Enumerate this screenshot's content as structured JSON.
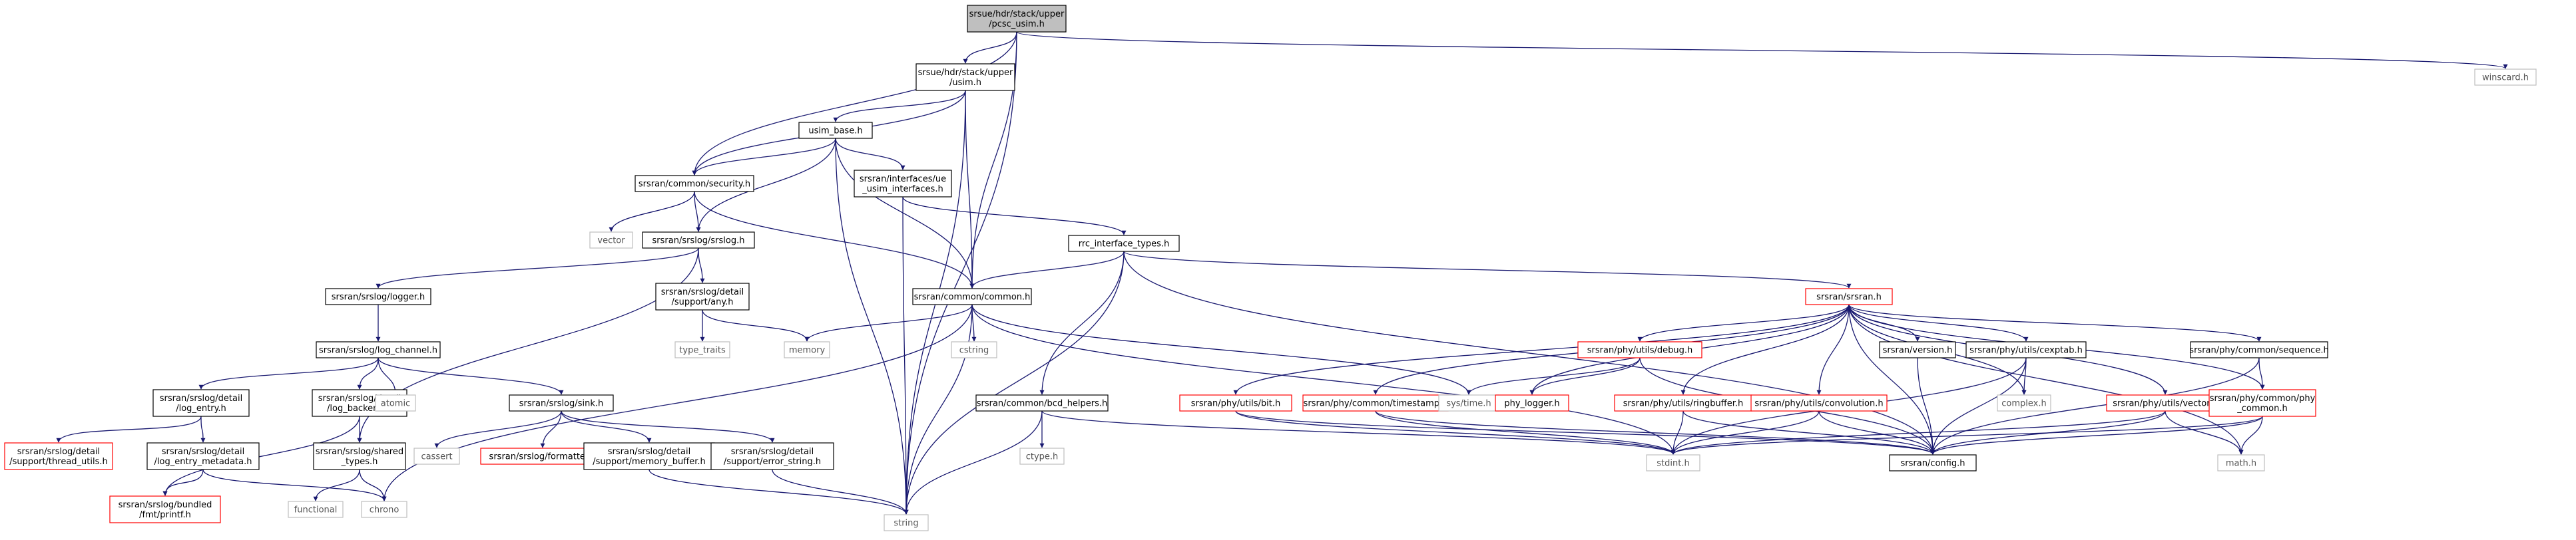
{
  "graph": {
    "nodes": [
      {
        "id": "pcsc_usim",
        "lines": [
          "srsue/hdr/stack/upper",
          "/pcsc_usim.h"
        ],
        "style": "root"
      },
      {
        "id": "usim",
        "lines": [
          "srsue/hdr/stack/upper",
          "/usim.h"
        ],
        "style": "normal"
      },
      {
        "id": "winscard",
        "lines": [
          "winscard.h"
        ],
        "style": "system"
      },
      {
        "id": "usim_base",
        "lines": [
          "usim_base.h"
        ],
        "style": "normal"
      },
      {
        "id": "security",
        "lines": [
          "srsran/common/security.h"
        ],
        "style": "normal"
      },
      {
        "id": "ue_usim_if",
        "lines": [
          "srsran/interfaces/ue",
          "_usim_interfaces.h"
        ],
        "style": "normal"
      },
      {
        "id": "vector",
        "lines": [
          "vector"
        ],
        "style": "system"
      },
      {
        "id": "srslog",
        "lines": [
          "srsran/srslog/srslog.h"
        ],
        "style": "normal"
      },
      {
        "id": "rrc_types",
        "lines": [
          "rrc_interface_types.h"
        ],
        "style": "normal"
      },
      {
        "id": "logger",
        "lines": [
          "srsran/srslog/logger.h"
        ],
        "style": "normal"
      },
      {
        "id": "detail_any",
        "lines": [
          "srsran/srslog/detail",
          "/support/any.h"
        ],
        "style": "normal"
      },
      {
        "id": "common",
        "lines": [
          "srsran/common/common.h"
        ],
        "style": "normal"
      },
      {
        "id": "srsran_h",
        "lines": [
          "srsran/srsran.h"
        ],
        "style": "red"
      },
      {
        "id": "type_traits",
        "lines": [
          "type_traits"
        ],
        "style": "system"
      },
      {
        "id": "memory",
        "lines": [
          "memory"
        ],
        "style": "system"
      },
      {
        "id": "cstring",
        "lines": [
          "cstring"
        ],
        "style": "system"
      },
      {
        "id": "log_channel",
        "lines": [
          "srsran/srslog/log_channel.h"
        ],
        "style": "normal"
      },
      {
        "id": "debug_h",
        "lines": [
          "srsran/phy/utils/debug.h"
        ],
        "style": "red"
      },
      {
        "id": "version_h",
        "lines": [
          "srsran/version.h"
        ],
        "style": "normal"
      },
      {
        "id": "cexptab_h",
        "lines": [
          "srsran/phy/utils/cexptab.h"
        ],
        "style": "normal"
      },
      {
        "id": "sequence_h",
        "lines": [
          "srsran/phy/common/sequence.h"
        ],
        "style": "normal"
      },
      {
        "id": "log_entry",
        "lines": [
          "srsran/srslog/detail",
          "/log_entry.h"
        ],
        "style": "normal"
      },
      {
        "id": "log_backend",
        "lines": [
          "srsran/srslog/detail",
          "/log_backend.h"
        ],
        "style": "normal"
      },
      {
        "id": "atomic",
        "lines": [
          "atomic"
        ],
        "style": "system"
      },
      {
        "id": "sink",
        "lines": [
          "srsran/srslog/sink.h"
        ],
        "style": "normal"
      },
      {
        "id": "bcd_helpers",
        "lines": [
          "srsran/common/bcd_helpers.h"
        ],
        "style": "normal"
      },
      {
        "id": "bit_h",
        "lines": [
          "srsran/phy/utils/bit.h"
        ],
        "style": "red"
      },
      {
        "id": "timestamp_h",
        "lines": [
          "srsran/phy/common/timestamp.h"
        ],
        "style": "red"
      },
      {
        "id": "systime",
        "lines": [
          "sys/time.h"
        ],
        "style": "system"
      },
      {
        "id": "phy_logger",
        "lines": [
          "phy_logger.h"
        ],
        "style": "red"
      },
      {
        "id": "ringbuffer_h",
        "lines": [
          "srsran/phy/utils/ringbuffer.h"
        ],
        "style": "red"
      },
      {
        "id": "convolution_h",
        "lines": [
          "srsran/phy/utils/convolution.h"
        ],
        "style": "red"
      },
      {
        "id": "complex",
        "lines": [
          "complex.h"
        ],
        "style": "system"
      },
      {
        "id": "vector_h",
        "lines": [
          "srsran/phy/utils/vector.h"
        ],
        "style": "red"
      },
      {
        "id": "phy_common",
        "lines": [
          "srsran/phy/common/phy",
          "_common.h"
        ],
        "style": "red"
      },
      {
        "id": "thread_utils",
        "lines": [
          "srsran/srslog/detail",
          "/support/thread_utils.h"
        ],
        "style": "red"
      },
      {
        "id": "log_entry_md",
        "lines": [
          "srsran/srslog/detail",
          "/log_entry_metadata.h"
        ],
        "style": "normal"
      },
      {
        "id": "shared_types",
        "lines": [
          "srsran/srslog/shared",
          "_types.h"
        ],
        "style": "normal"
      },
      {
        "id": "cassert",
        "lines": [
          "cassert"
        ],
        "style": "system"
      },
      {
        "id": "formatter",
        "lines": [
          "srsran/srslog/formatter.h"
        ],
        "style": "red"
      },
      {
        "id": "memory_buffer",
        "lines": [
          "srsran/srslog/detail",
          "/support/memory_buffer.h"
        ],
        "style": "normal"
      },
      {
        "id": "error_string",
        "lines": [
          "srsran/srslog/detail",
          "/support/error_string.h"
        ],
        "style": "normal"
      },
      {
        "id": "ctype",
        "lines": [
          "ctype.h"
        ],
        "style": "system"
      },
      {
        "id": "stdint",
        "lines": [
          "stdint.h"
        ],
        "style": "system"
      },
      {
        "id": "config_h",
        "lines": [
          "srsran/config.h"
        ],
        "style": "normal"
      },
      {
        "id": "math_h",
        "lines": [
          "math.h"
        ],
        "style": "system"
      },
      {
        "id": "printf_h",
        "lines": [
          "srsran/srslog/bundled",
          "/fmt/printf.h"
        ],
        "style": "red"
      },
      {
        "id": "functional",
        "lines": [
          "functional"
        ],
        "style": "system"
      },
      {
        "id": "chrono",
        "lines": [
          "chrono"
        ],
        "style": "system"
      },
      {
        "id": "string",
        "lines": [
          "string"
        ],
        "style": "system"
      }
    ],
    "edges": [
      [
        "pcsc_usim",
        "usim"
      ],
      [
        "pcsc_usim",
        "winscard"
      ],
      [
        "pcsc_usim",
        "security"
      ],
      [
        "pcsc_usim",
        "common"
      ],
      [
        "pcsc_usim",
        "string"
      ],
      [
        "usim",
        "usim_base"
      ],
      [
        "usim",
        "security"
      ],
      [
        "usim",
        "common"
      ],
      [
        "usim",
        "string"
      ],
      [
        "usim_base",
        "security"
      ],
      [
        "usim_base",
        "ue_usim_if"
      ],
      [
        "usim_base",
        "srslog"
      ],
      [
        "usim_base",
        "common"
      ],
      [
        "usim_base",
        "string"
      ],
      [
        "security",
        "vector"
      ],
      [
        "security",
        "srslog"
      ],
      [
        "security",
        "common"
      ],
      [
        "ue_usim_if",
        "rrc_types"
      ],
      [
        "ue_usim_if",
        "string"
      ],
      [
        "srslog",
        "logger"
      ],
      [
        "srslog",
        "detail_any"
      ],
      [
        "srslog",
        "shared_types"
      ],
      [
        "rrc_types",
        "common"
      ],
      [
        "rrc_types",
        "srsran_h"
      ],
      [
        "rrc_types",
        "bcd_helpers"
      ],
      [
        "rrc_types",
        "string"
      ],
      [
        "rrc_types",
        "config_h"
      ],
      [
        "logger",
        "log_channel"
      ],
      [
        "detail_any",
        "type_traits"
      ],
      [
        "detail_any",
        "memory"
      ],
      [
        "common",
        "memory"
      ],
      [
        "common",
        "cstring"
      ],
      [
        "common",
        "systime"
      ],
      [
        "common",
        "chrono"
      ],
      [
        "common",
        "string"
      ],
      [
        "common",
        "stdint"
      ],
      [
        "srsran_h",
        "debug_h"
      ],
      [
        "srsran_h",
        "version_h"
      ],
      [
        "srsran_h",
        "cexptab_h"
      ],
      [
        "srsran_h",
        "sequence_h"
      ],
      [
        "srsran_h",
        "bit_h"
      ],
      [
        "srsran_h",
        "timestamp_h"
      ],
      [
        "srsran_h",
        "phy_logger"
      ],
      [
        "srsran_h",
        "ringbuffer_h"
      ],
      [
        "srsran_h",
        "convolution_h"
      ],
      [
        "srsran_h",
        "complex"
      ],
      [
        "srsran_h",
        "vector_h"
      ],
      [
        "srsran_h",
        "phy_common"
      ],
      [
        "srsran_h",
        "config_h"
      ],
      [
        "srsran_h",
        "math_h"
      ],
      [
        "log_channel",
        "log_entry"
      ],
      [
        "log_channel",
        "log_backend"
      ],
      [
        "log_channel",
        "atomic"
      ],
      [
        "log_channel",
        "sink"
      ],
      [
        "debug_h",
        "systime"
      ],
      [
        "debug_h",
        "phy_logger"
      ],
      [
        "debug_h",
        "config_h"
      ],
      [
        "version_h",
        "config_h"
      ],
      [
        "cexptab_h",
        "complex"
      ],
      [
        "cexptab_h",
        "stdint"
      ],
      [
        "cexptab_h",
        "config_h"
      ],
      [
        "sequence_h",
        "phy_common"
      ],
      [
        "sequence_h",
        "config_h"
      ],
      [
        "log_entry",
        "thread_utils"
      ],
      [
        "log_entry",
        "log_entry_md"
      ],
      [
        "log_backend",
        "printf_h"
      ],
      [
        "log_backend",
        "shared_types"
      ],
      [
        "sink",
        "cassert"
      ],
      [
        "sink",
        "formatter"
      ],
      [
        "sink",
        "memory_buffer"
      ],
      [
        "sink",
        "error_string"
      ],
      [
        "bcd_helpers",
        "ctype"
      ],
      [
        "bcd_helpers",
        "string"
      ],
      [
        "bcd_helpers",
        "stdint"
      ],
      [
        "bit_h",
        "stdint"
      ],
      [
        "bit_h",
        "config_h"
      ],
      [
        "timestamp_h",
        "stdint"
      ],
      [
        "timestamp_h",
        "config_h"
      ],
      [
        "ringbuffer_h",
        "stdint"
      ],
      [
        "ringbuffer_h",
        "config_h"
      ],
      [
        "convolution_h",
        "stdint"
      ],
      [
        "convolution_h",
        "config_h"
      ],
      [
        "vector_h",
        "stdint"
      ],
      [
        "vector_h",
        "config_h"
      ],
      [
        "vector_h",
        "math_h"
      ],
      [
        "phy_common",
        "stdint"
      ],
      [
        "phy_common",
        "config_h"
      ],
      [
        "phy_common",
        "math_h"
      ],
      [
        "log_entry_md",
        "printf_h"
      ],
      [
        "log_entry_md",
        "chrono"
      ],
      [
        "shared_types",
        "functional"
      ],
      [
        "shared_types",
        "chrono"
      ],
      [
        "memory_buffer",
        "string"
      ],
      [
        "error_string",
        "string"
      ]
    ]
  }
}
